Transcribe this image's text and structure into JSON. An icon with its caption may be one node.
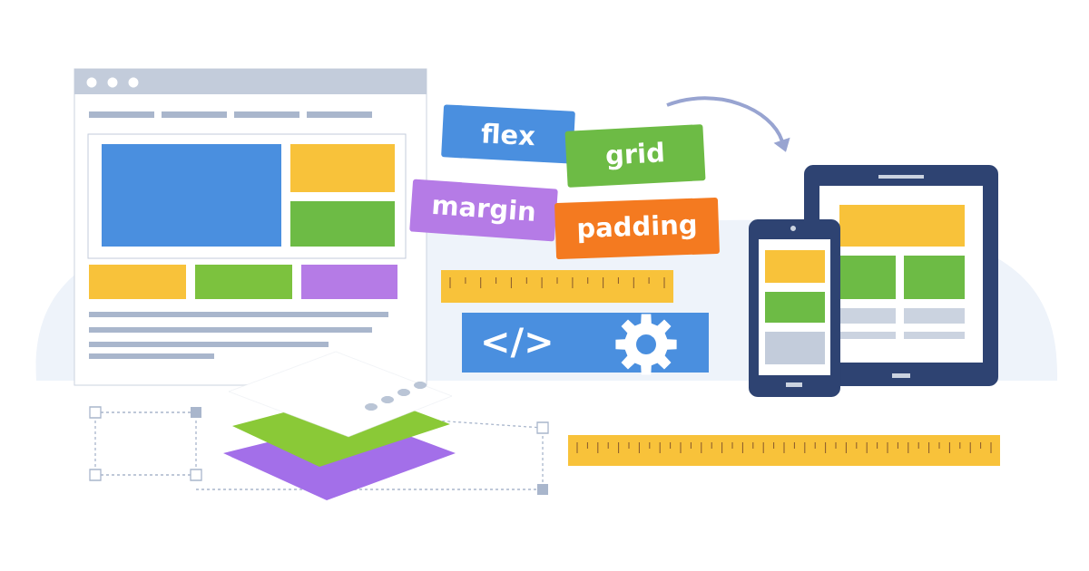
{
  "diagram": {
    "nodes": [
      {
        "text": [
          "flex"
        ]
      },
      {
        "text": [
          "grid"
        ]
      },
      {
        "text": [
          "margin"
        ]
      },
      {
        "text": [
          "padding"
        ]
      },
      {
        "text": [
          "</>"
        ]
      }
    ]
  }
}
